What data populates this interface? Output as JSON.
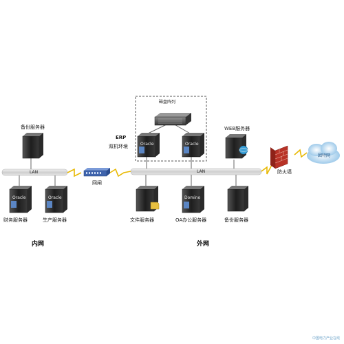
{
  "labels": {
    "backup_server_inner": "备份服务器",
    "lan_inner": "LAN",
    "gateway": "网闸",
    "finance_server": "财务服务器",
    "production_server": "生产服务器",
    "inner_network": "内网",
    "disk_array": "磁盘阵列",
    "erp": "ERP",
    "dual_env": "双机环境",
    "web_server": "WEB服务器",
    "lan_outer": "LAN",
    "firewall": "防火墙",
    "internet": "因特网",
    "file_server": "文件服务器",
    "oa_server": "OA办公服务器",
    "backup_server_outer": "备份服务器",
    "outer_network": "外网",
    "oracle": "Oracle",
    "domino": "Domino",
    "watermark": "中国电力产业在线"
  },
  "colors": {
    "server_dark": "#2b2b2b",
    "lan_bar": "#d9d9d9",
    "lightning": "#e8b800",
    "firewall": "#c0392b",
    "cloud": "#7fb8e0",
    "gateway": "#4a6fb5"
  }
}
